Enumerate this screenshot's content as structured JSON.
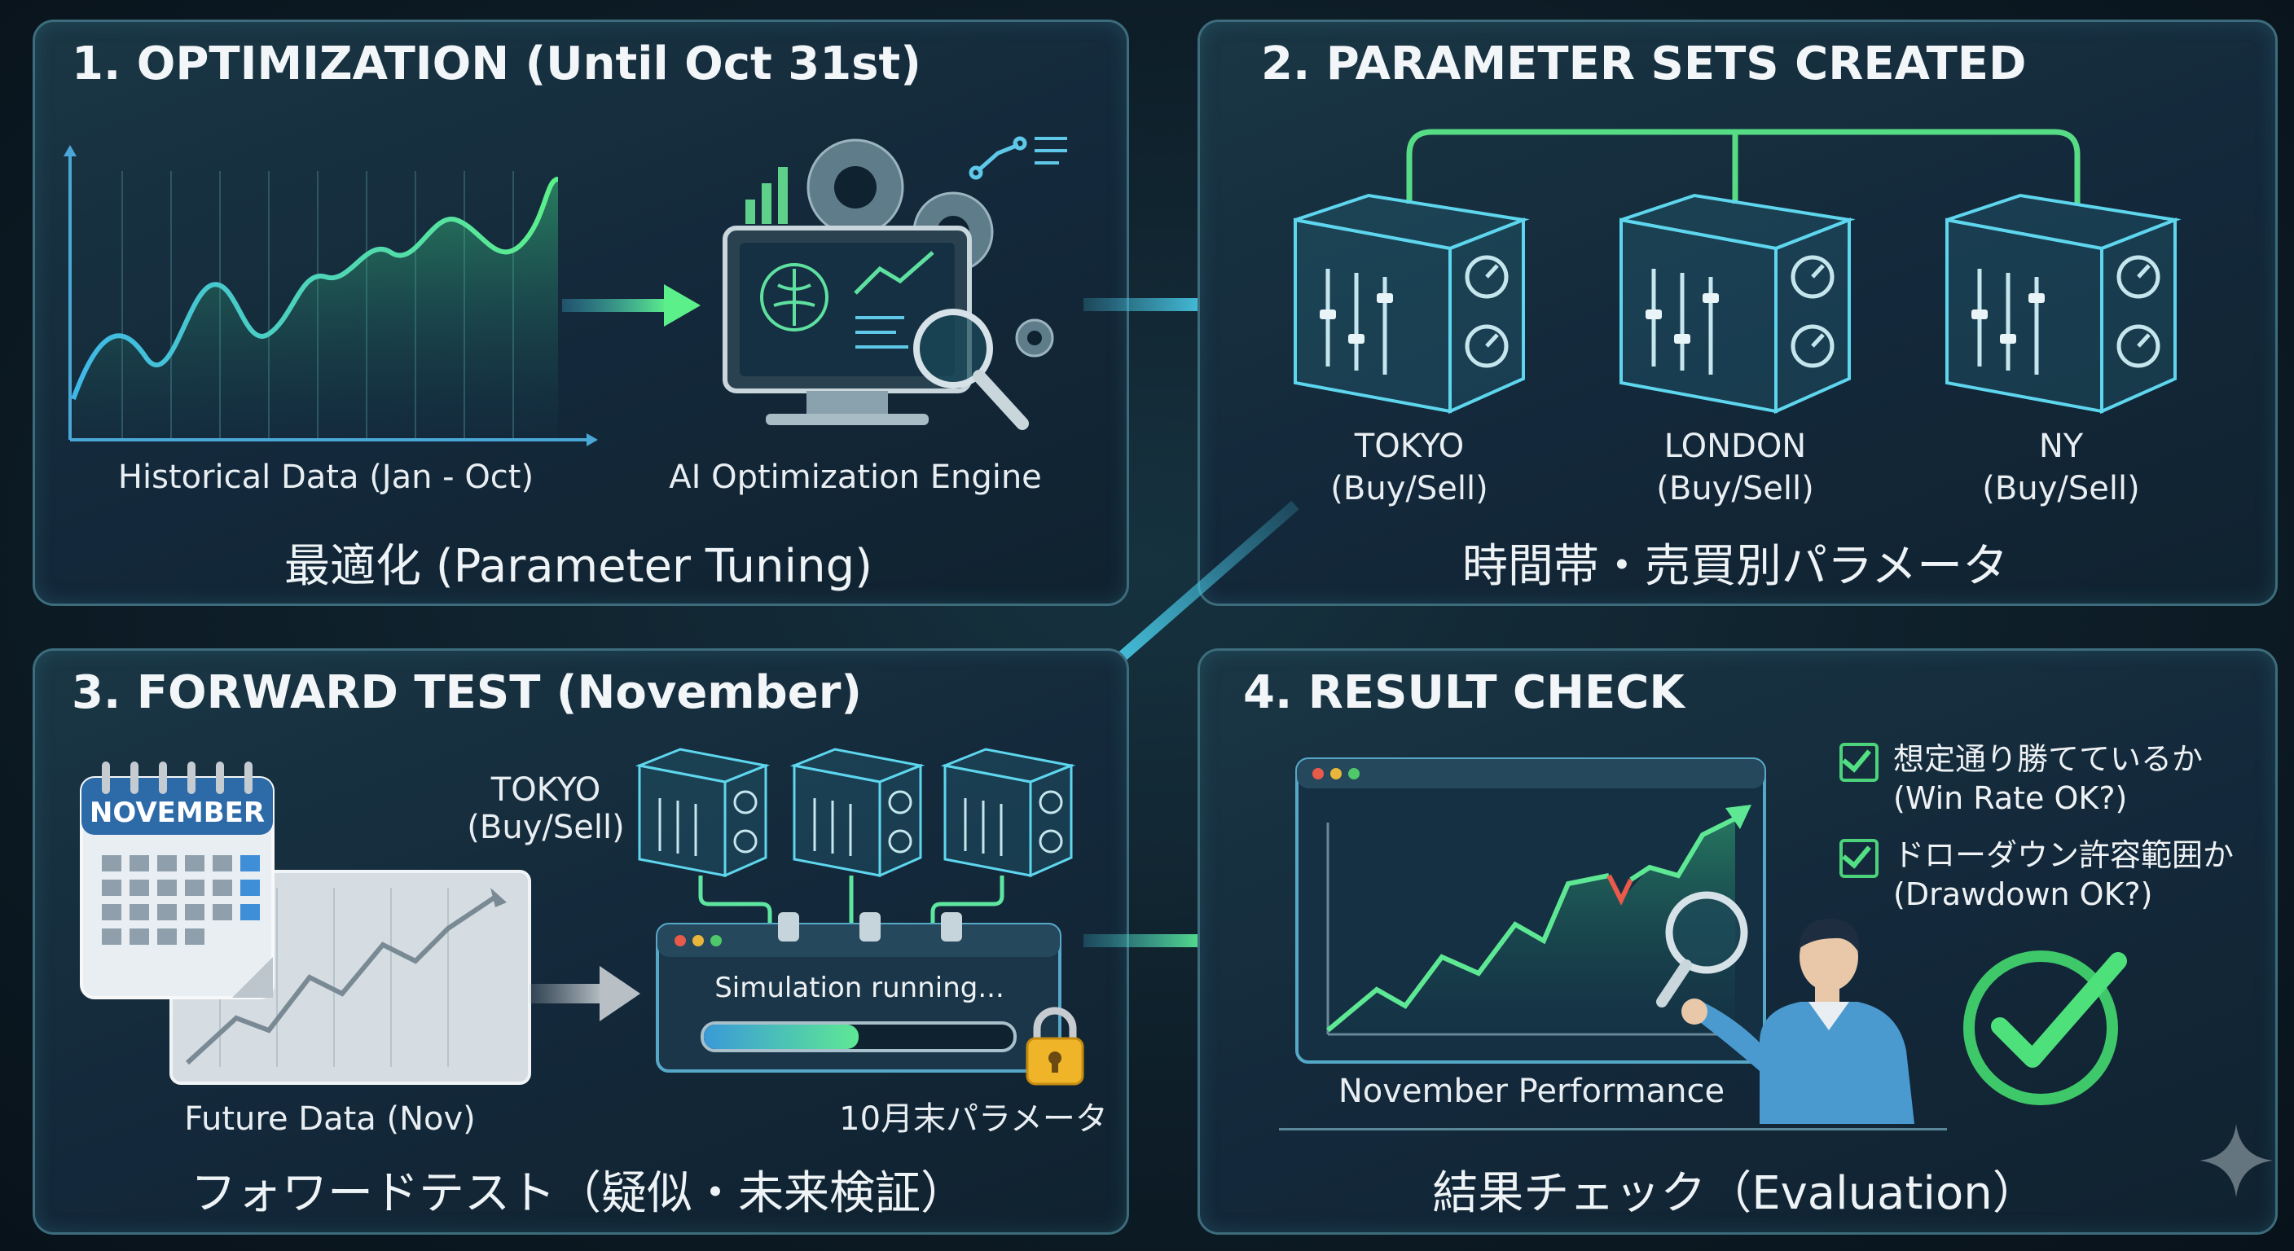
{
  "panels": {
    "optimization": {
      "title": "1. OPTIMIZATION (Until Oct 31st)",
      "chart_label": "Historical Data (Jan - Oct)",
      "engine_label": "AI Optimization Engine",
      "subtitle": "最適化 (Parameter Tuning)"
    },
    "parameter_sets": {
      "title": "2. PARAMETER SETS CREATED",
      "sets": [
        {
          "name": "TOKYO",
          "mode": "(Buy/Sell)"
        },
        {
          "name": "LONDON",
          "mode": "(Buy/Sell)"
        },
        {
          "name": "NY",
          "mode": "(Buy/Sell)"
        }
      ],
      "subtitle": "時間帯・売買別パラメータ"
    },
    "forward_test": {
      "title": "3. FORWARD TEST (November)",
      "calendar_month": "NOVEMBER",
      "data_label": "Future Data (Nov)",
      "set_label_name": "TOKYO",
      "set_label_mode": "(Buy/Sell)",
      "sim_status": "Simulation running...",
      "sim_progress": 0.5,
      "lock_label": "10月末パラメータ",
      "subtitle": "フォワードテスト（疑似・未来検証）"
    },
    "result_check": {
      "title": "4. RESULT CHECK",
      "chart_label": "November Performance",
      "checks": [
        {
          "jp": "想定通り勝てているか",
          "en": "(Win Rate OK?)"
        },
        {
          "jp": "ドローダウン許容範囲か",
          "en": "(Drawdown OK?)"
        }
      ],
      "subtitle": "結果チェック（Evaluation）"
    }
  },
  "colors": {
    "accent_green": "#4ee08a",
    "accent_cyan": "#48c8e6",
    "panel_border": "#3d6c7c"
  }
}
